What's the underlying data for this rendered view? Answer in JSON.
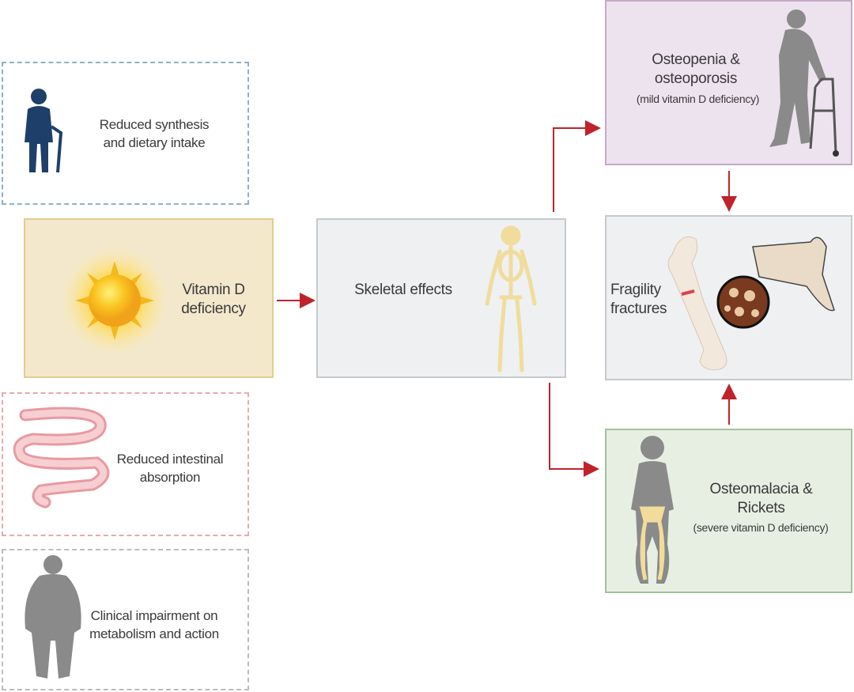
{
  "colors": {
    "arrow": "#c0232b",
    "sun": "#f5b81c",
    "skeleton": "#f1dc9c",
    "silhouette": "#8a8a8a",
    "elderly": "#1f3f6b"
  },
  "causes": [
    {
      "label_line1": "Reduced synthesis",
      "label_line2": "and dietary intake",
      "icon": "elderly-person-with-cane-icon"
    },
    {
      "label_line1": "Reduced intestinal",
      "label_line2": "absorption",
      "icon": "intestine-icon"
    },
    {
      "label_line1": "Clinical impairment on",
      "label_line2": "metabolism and action",
      "icon": "obese-person-icon"
    }
  ],
  "central": {
    "label_line1": "Vitamin D",
    "label_line2": "deficiency",
    "icon": "sun-icon"
  },
  "skeletal": {
    "label": "Skeletal effects",
    "icon": "skeleton-icon"
  },
  "osteopenia": {
    "label_line1": "Osteopenia &",
    "label_line2": "osteoporosis",
    "subtitle": "(mild vitamin D deficiency)",
    "icon": "elderly-person-with-walker-icon"
  },
  "fractures": {
    "label_line1": "Fragility",
    "label_line2": "fractures",
    "icon": "fractured-bone-icon"
  },
  "osteomalacia": {
    "label_line1": "Osteomalacia &",
    "label_line2": "Rickets",
    "subtitle": "(severe vitamin D deficiency)",
    "icon": "child-bowed-legs-icon"
  }
}
